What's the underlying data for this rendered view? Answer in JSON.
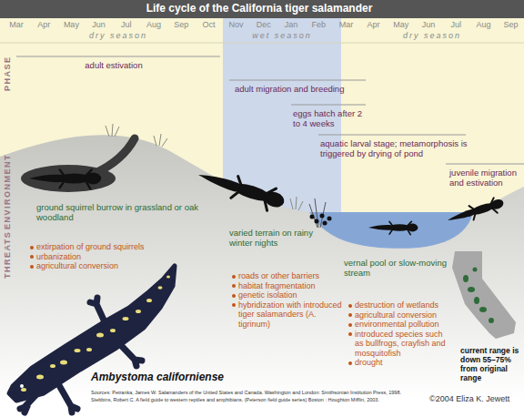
{
  "diagram": {
    "title": "Life cycle of the California tiger salamander",
    "labels": [
      "Mar",
      "Apr",
      "May",
      "Jun",
      "Jul",
      "Aug",
      "Sep",
      "Oct",
      "Nov",
      "Dec",
      "Jan",
      "Feb",
      "Mar",
      "Apr",
      "May",
      "Jun",
      "Jul",
      "Aug",
      "Sep",
      "dry season",
      "wet season",
      "dry season",
      "PHASE",
      "ENVIRONMENT",
      "THREATS",
      "adult estivation",
      "adult migration and breeding",
      "eggs hatch after 2 to 4 weeks",
      "aquatic larval stage; metamorphosis is triggered by drying of pond",
      "juvenile migration and estivation",
      "ground squirrel burrow in grassland or oak woodland",
      "varied terrain on rainy winter nights",
      "vernal pool or slow-moving stream",
      "extirpation of ground squirrels",
      "urbanization",
      "agricultural conversion",
      "roads or other barriers",
      "habitat fragmentation",
      "genetic isolation",
      "hybridization with introduced tiger salamanders (A. tigrinum)",
      "destruction of wetlands",
      "agricultural conversion",
      "environmental pollution",
      "introduced species such as bullfrogs, crayfish and mosquitofish",
      "drought",
      "Ambystoma californiense",
      "current range is down 55–75% from original range",
      "Sources: Petranka, James W. Salamanders of the United States and Canada. Washington and London: Smithsonian Institution Press, 1998.",
      "Stebbins, Robert C. A field guide to western reptiles and amphibians. (Peterson field guide series) Boston : Houghton Mifflin, 2003.",
      "©2004 Eliza K. Jewett"
    ]
  }
}
